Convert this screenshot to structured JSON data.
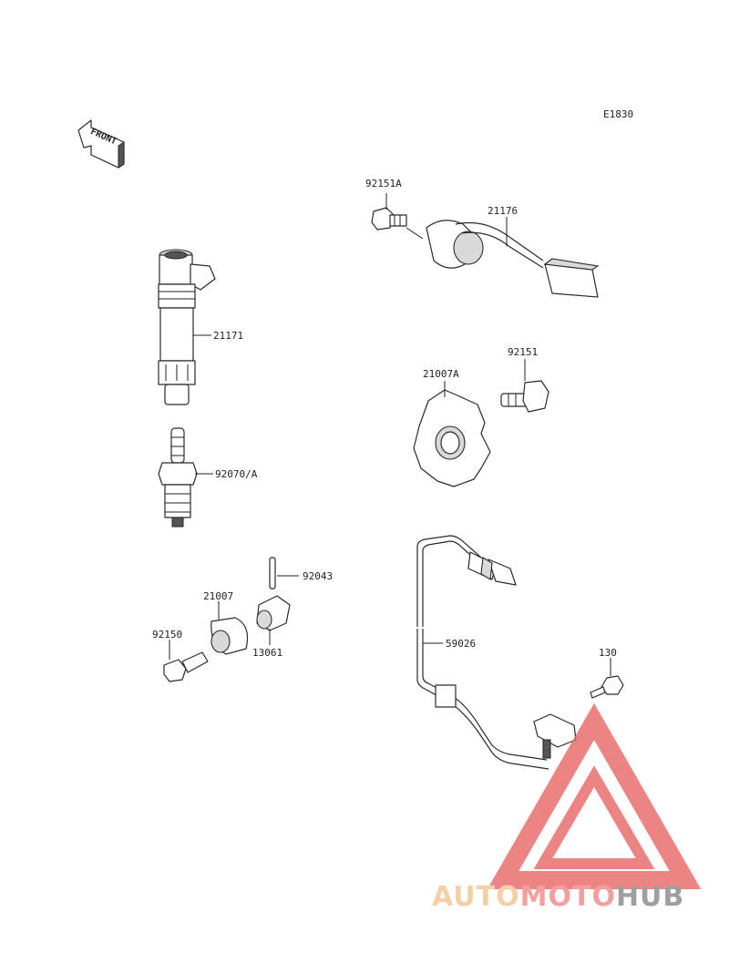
{
  "diagram_code": "E1830",
  "front_arrow_label": "FRONT",
  "parts": {
    "p92151A": "92151A",
    "p21176": "21176",
    "p21171": "21171",
    "p21007A": "21007A",
    "p92151": "92151",
    "p92070A": "92070/A",
    "p92043": "92043",
    "p21007": "21007",
    "p92150": "92150",
    "p13061": "13061",
    "p59026": "59026",
    "p130": "130"
  },
  "watermark": {
    "part1": "AUTO",
    "part2": "MOTO",
    "part3": "HUB",
    "color1": "#f5c08a",
    "color2": "#f08080",
    "color3": "#808080",
    "triangle_color": "#e85c5c"
  }
}
